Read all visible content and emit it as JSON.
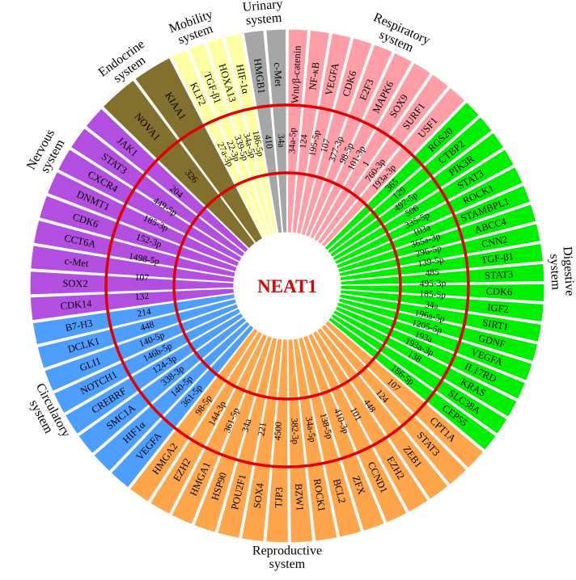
{
  "center": {
    "title": "NEAT1",
    "title_color": "#e00000"
  },
  "ring_color": "#e00000",
  "systems": [
    {
      "key": "respiratory",
      "label_lines": [
        "Respiratory",
        "system"
      ],
      "color": "#ff9ea6",
      "outer": [
        "Wnt/β-catenin",
        "NF-κB",
        "VEGFA",
        "CDK6",
        "E2F3",
        "MAPK6",
        "SOX9",
        "SURF1",
        "USF1"
      ],
      "inner": [
        "34a-5p",
        "124",
        "195-5p",
        "107",
        "377-3p",
        "98-5p",
        "101-3p",
        "1",
        "760-3p",
        "193a-3p"
      ]
    },
    {
      "key": "digestive",
      "label_lines": [
        "Digestive",
        "system"
      ],
      "color": "#00ee00",
      "outer": [
        "RGS20",
        "CTBP2",
        "PIK3R",
        "STAT3",
        "ROCK1",
        "STAMBPL1",
        "ABCC4",
        "CNN2",
        "TGF-β1",
        "STAT3",
        "CDK6",
        "IGF2",
        "SIRT1",
        "GDNF",
        "VEGFA",
        "IL17RD",
        "KRAS",
        "SLC38A",
        "CEP55"
      ],
      "inner": [
        "365",
        "129",
        "497-5p",
        "506",
        "335-5p",
        "103a",
        "365a-3p",
        "296-5p",
        "139-5p",
        "485",
        "495-3p",
        "185-5p",
        "34a",
        "196a-5p",
        "1205-5p",
        "193a",
        "193a-3p",
        "138",
        "",
        "186-5p"
      ]
    },
    {
      "key": "reproductive",
      "label_lines": [
        "Reproductive",
        "system"
      ],
      "color": "#ffa54c",
      "outer": [
        "CPT1A",
        "STAT3",
        "ZEB1",
        "EZH2",
        "CCND1",
        "ZFX",
        "BCL2",
        "ROCK1",
        "BZW1",
        "TJP3",
        "SOX4",
        "POU2F1",
        "HSP90",
        "HMGA1",
        "EZH2",
        "HMGA2"
      ],
      "inner": [
        "107",
        "124",
        "448",
        "101",
        "410-3p",
        "138-5p",
        "34a-5p",
        "382-3p",
        "4500",
        "221",
        "34a",
        "361-5p",
        "144-3p",
        "98-5p"
      ]
    },
    {
      "key": "circulatory",
      "label_lines": [
        "Circulatory",
        "system"
      ],
      "color": "#4d9eff",
      "outer": [
        "VEGFA",
        "HIF1α",
        "SMC1A",
        "CREBRF",
        "NOTCH1",
        "GLI1",
        "DCLK1",
        "B7-H3"
      ],
      "inner": [
        "361-5p",
        "140-5p",
        "338-3p",
        "124-3p",
        "146b-5p",
        "140-5p",
        "448",
        "214"
      ]
    },
    {
      "key": "nervous",
      "label_lines": [
        "Nervous",
        "system"
      ],
      "color": "#b34fe0",
      "outer": [
        "CDK14",
        "SOX2",
        "c-Met",
        "CCT6A",
        "CDK6",
        "DNMT1",
        "CXCR4",
        "STAT3",
        "JAK1"
      ],
      "inner": [
        "132",
        "107",
        "1498-5p",
        "152-3p",
        "185-3p",
        "449-5p",
        "204"
      ]
    },
    {
      "key": "endocrine",
      "label_lines": [
        "Endocrine",
        "system"
      ],
      "color": "#82702e",
      "outer": [
        "NOVA1",
        "KIAA1"
      ],
      "inner": [
        "326",
        ""
      ]
    },
    {
      "key": "mobility",
      "label_lines": [
        "Mobility",
        "system"
      ],
      "color": "#ffffa6",
      "outer": [
        "KLF2",
        "TGF-β1",
        "HOXA13",
        "HIF-1α"
      ],
      "inner": [
        "27a-3p",
        "22-3p",
        "339-5p",
        "34a-5p",
        "186-5p"
      ]
    },
    {
      "key": "urinary",
      "label_lines": [
        "Urinary",
        "system"
      ],
      "color": "#a6a6a6",
      "outer": [
        "HMGB1",
        "c-Met"
      ],
      "inner": [
        "410",
        "34a"
      ]
    }
  ]
}
